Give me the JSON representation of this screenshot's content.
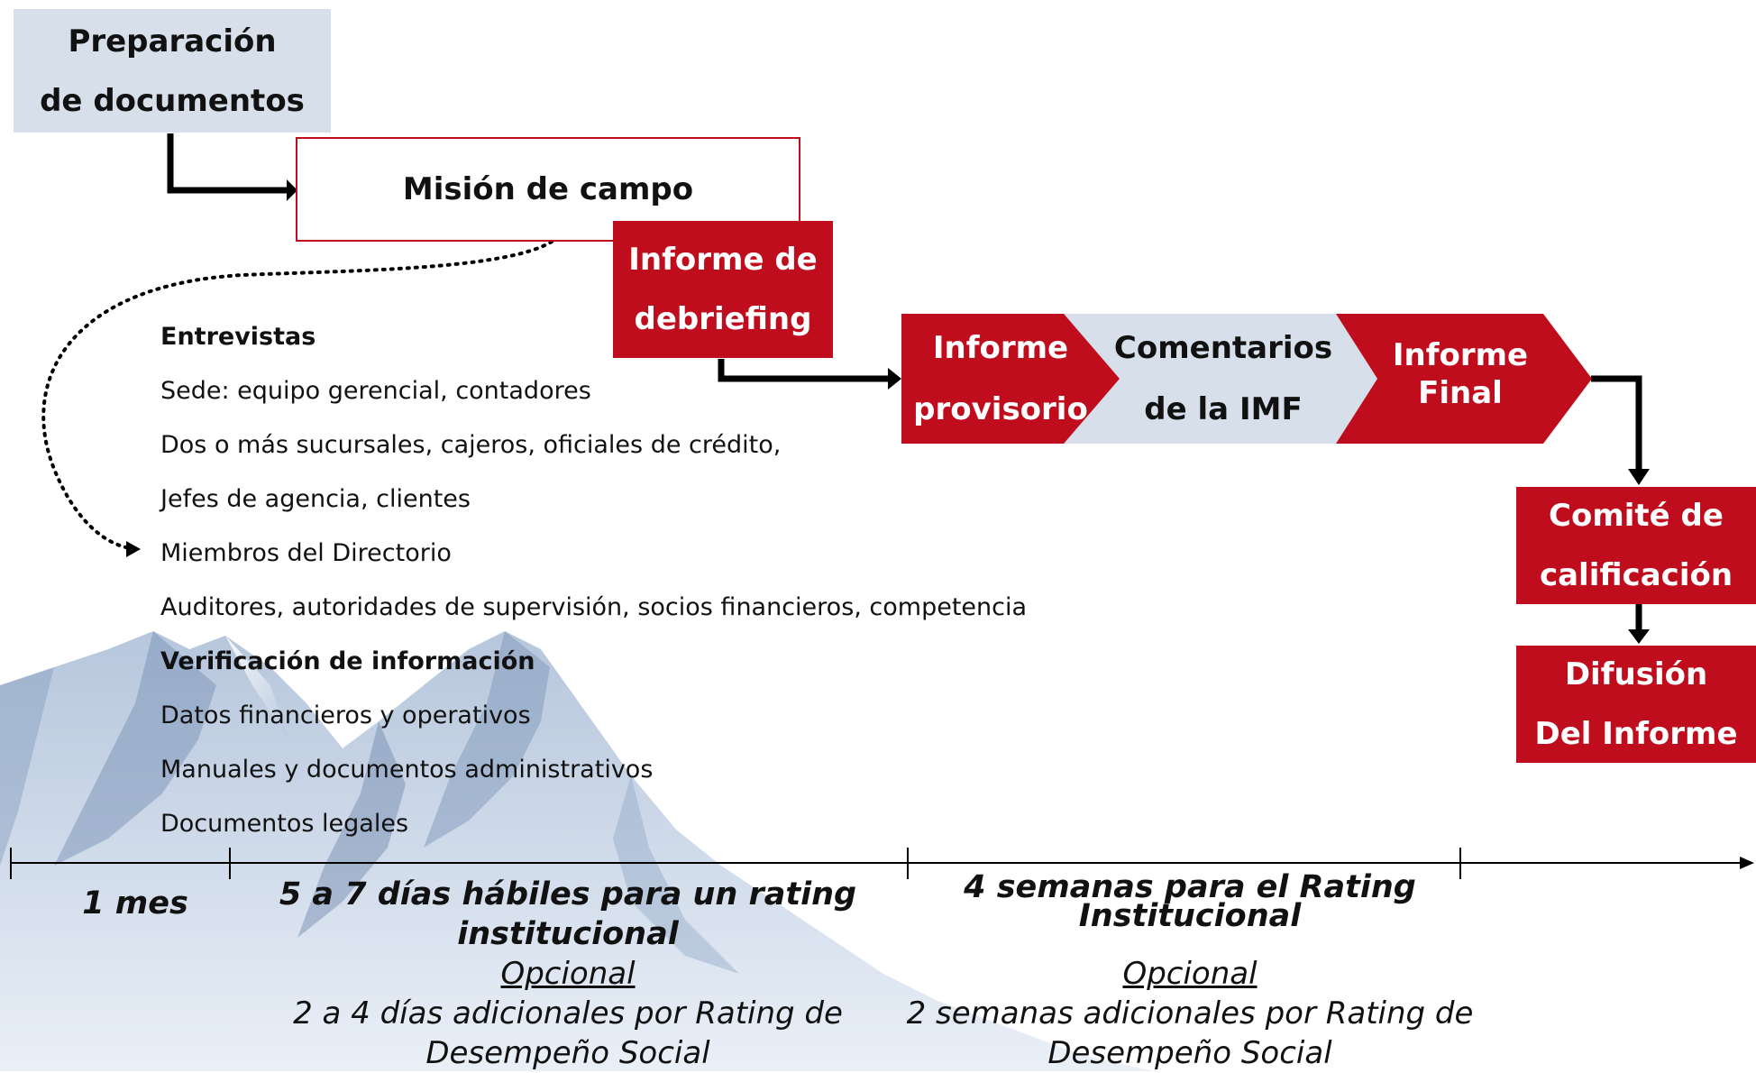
{
  "flow": {
    "prep": [
      "Preparación",
      "de documentos"
    ],
    "mission": "Misión de campo",
    "debriefing": [
      "Informe de",
      "debriefing"
    ],
    "provisional": [
      "Informe",
      "provisorio"
    ],
    "comments": [
      "Comentarios",
      "de la IMF"
    ],
    "final": [
      "Informe",
      "Final"
    ],
    "committee": [
      "Comité de",
      "calificación"
    ],
    "dissemination": [
      "Difusión",
      "Del Informe"
    ]
  },
  "details": {
    "interviews_title": "Entrevistas",
    "interviews": [
      "Sede: equipo gerencial, contadores",
      "Dos o más sucursales, cajeros, oficiales de crédito,",
      "Jefes de agencia, clientes",
      "Miembros del Directorio",
      "Auditores, autoridades de supervisión, socios financieros, competencia"
    ],
    "verification_title": "Verificación de información",
    "verification": [
      "Datos financieros y operativos",
      "Manuales y documentos administrativos",
      "Documentos legales"
    ]
  },
  "timeline": {
    "period1": "1 mes",
    "period2": [
      "5 a 7 días hábiles para un rating",
      "institucional"
    ],
    "period2_optional": "Opcional",
    "period2_extra": [
      "2 a 4 días adicionales por Rating de",
      "Desempeño Social"
    ],
    "period3": [
      "4 semanas para el Rating",
      "Institucional"
    ],
    "period3_optional": "Opcional",
    "period3_extra": [
      "2 semanas adicionales por Rating de",
      "Desempeño Social"
    ]
  },
  "colors": {
    "red": "#c00d1e",
    "light_blue": "#d6dfea",
    "mission_border": "#c00d1e"
  },
  "background": "mountain-illustration"
}
